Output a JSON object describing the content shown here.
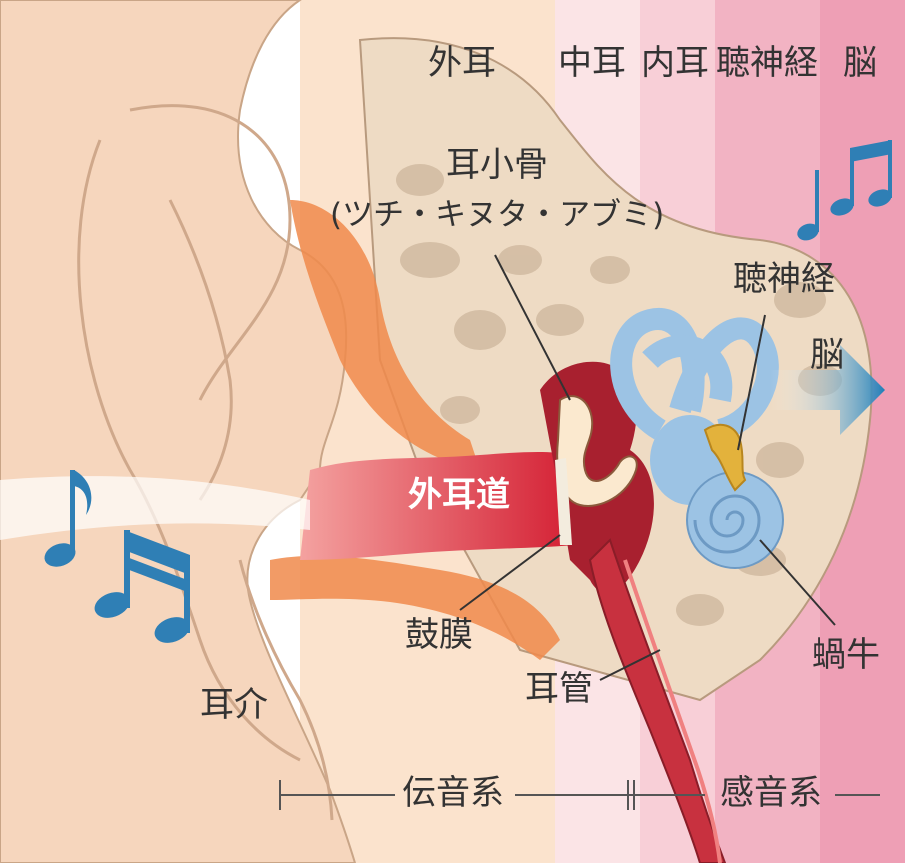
{
  "regions": {
    "outer_ear": "外耳",
    "middle_ear": "中耳",
    "inner_ear": "内耳",
    "auditory_nerve": "聴神経",
    "brain": "脳"
  },
  "labels": {
    "ossicles": "耳小骨",
    "ossicles_detail": "(ツチ・キヌタ・アブミ)",
    "ear_canal": "外耳道",
    "eardrum": "鼓膜",
    "eustachian_tube": "耳管",
    "pinna": "耳介",
    "nerve": "聴神経",
    "brain": "脳",
    "cochlea": "蝸牛"
  },
  "systems": {
    "conductive": "伝音系",
    "sensorineural": "感音系"
  },
  "colors": {
    "skin": "#f6d6bd",
    "canal": "#d9303c",
    "cochlea": "#9cc3e4",
    "nerve": "#e3b23c",
    "note": "#2f7fb5",
    "arrow": "#1f7fb8"
  }
}
